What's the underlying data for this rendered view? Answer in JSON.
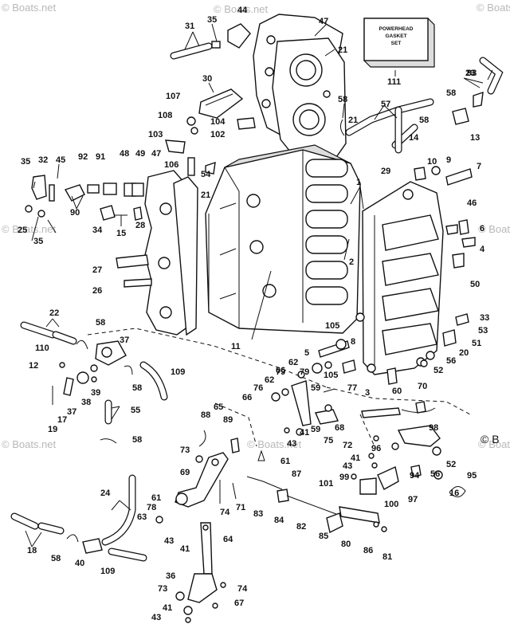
{
  "watermark": "© Boats.net",
  "corner_mark": "© B",
  "gasket_box": {
    "lines": [
      "POWERHEAD",
      "GASKET",
      "SET"
    ]
  },
  "callouts": [
    "1",
    "2",
    "3",
    "4",
    "5",
    "6",
    "7",
    "8",
    "9",
    "10",
    "11",
    "12",
    "13",
    "14",
    "15",
    "16",
    "17",
    "18",
    "19",
    "20",
    "21",
    "21",
    "21",
    "22",
    "23",
    "24",
    "25",
    "26",
    "27",
    "28",
    "29",
    "30",
    "31",
    "32",
    "33",
    "34",
    "35",
    "35",
    "35",
    "36",
    "37",
    "37",
    "38",
    "39",
    "40",
    "41",
    "41",
    "41",
    "41",
    "43",
    "43",
    "43",
    "43",
    "44",
    "45",
    "46",
    "47",
    "47",
    "48",
    "49",
    "50",
    "51",
    "52",
    "52",
    "53",
    "54",
    "55",
    "56",
    "56",
    "57",
    "58",
    "58",
    "58",
    "58",
    "58",
    "58",
    "58",
    "59",
    "59",
    "60",
    "61",
    "61",
    "62",
    "62",
    "63",
    "64",
    "65",
    "66",
    "66",
    "67",
    "68",
    "69",
    "70",
    "71",
    "72",
    "73",
    "73",
    "74",
    "74",
    "75",
    "76",
    "77",
    "78",
    "79",
    "79",
    "80",
    "81",
    "82",
    "83",
    "84",
    "85",
    "86",
    "87",
    "88",
    "89",
    "90",
    "91",
    "92",
    "93",
    "94",
    "95",
    "96",
    "97",
    "98",
    "99",
    "100",
    "101",
    "102",
    "103",
    "104",
    "105",
    "105",
    "106",
    "107",
    "108",
    "109",
    "109",
    "110",
    "111"
  ]
}
